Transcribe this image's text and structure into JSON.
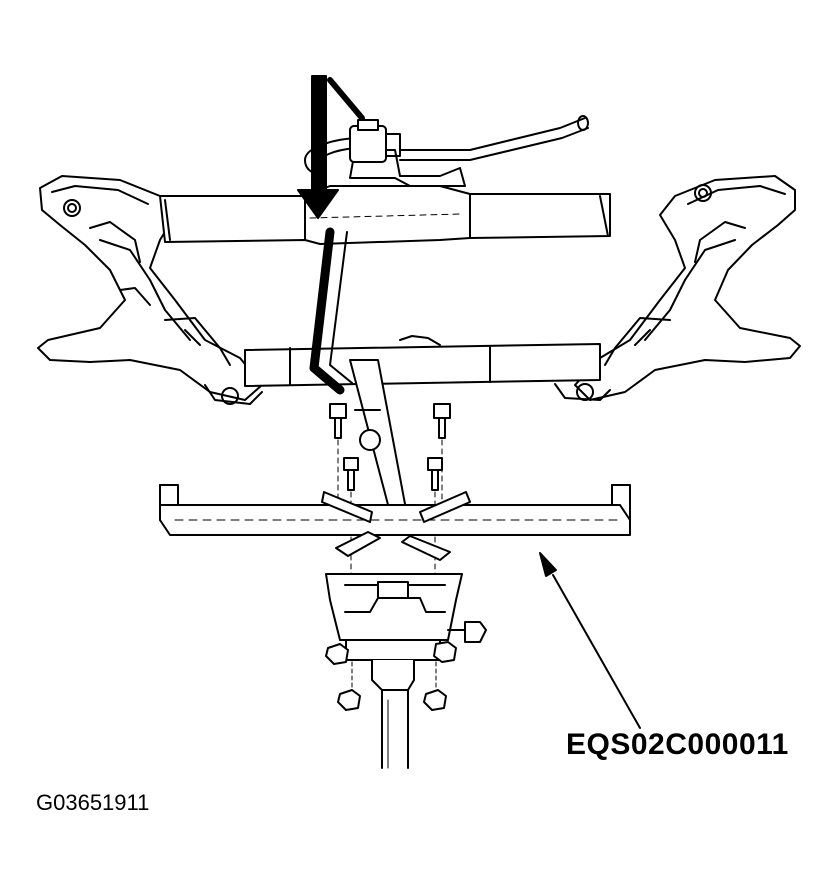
{
  "figure": {
    "callout_label": "EQS02C000011",
    "figure_id": "G03651911",
    "colors": {
      "line": "#000000",
      "background": "#ffffff"
    },
    "parts": [
      "subframe",
      "subframe-crossmember",
      "hose",
      "hose-clamp",
      "mounting-bolt",
      "jack-adapter-beam",
      "jack-cradle-pads",
      "transmission-jack-head",
      "jack-knob",
      "jack-post",
      "lowering-arrow",
      "pointer-arrow"
    ]
  }
}
